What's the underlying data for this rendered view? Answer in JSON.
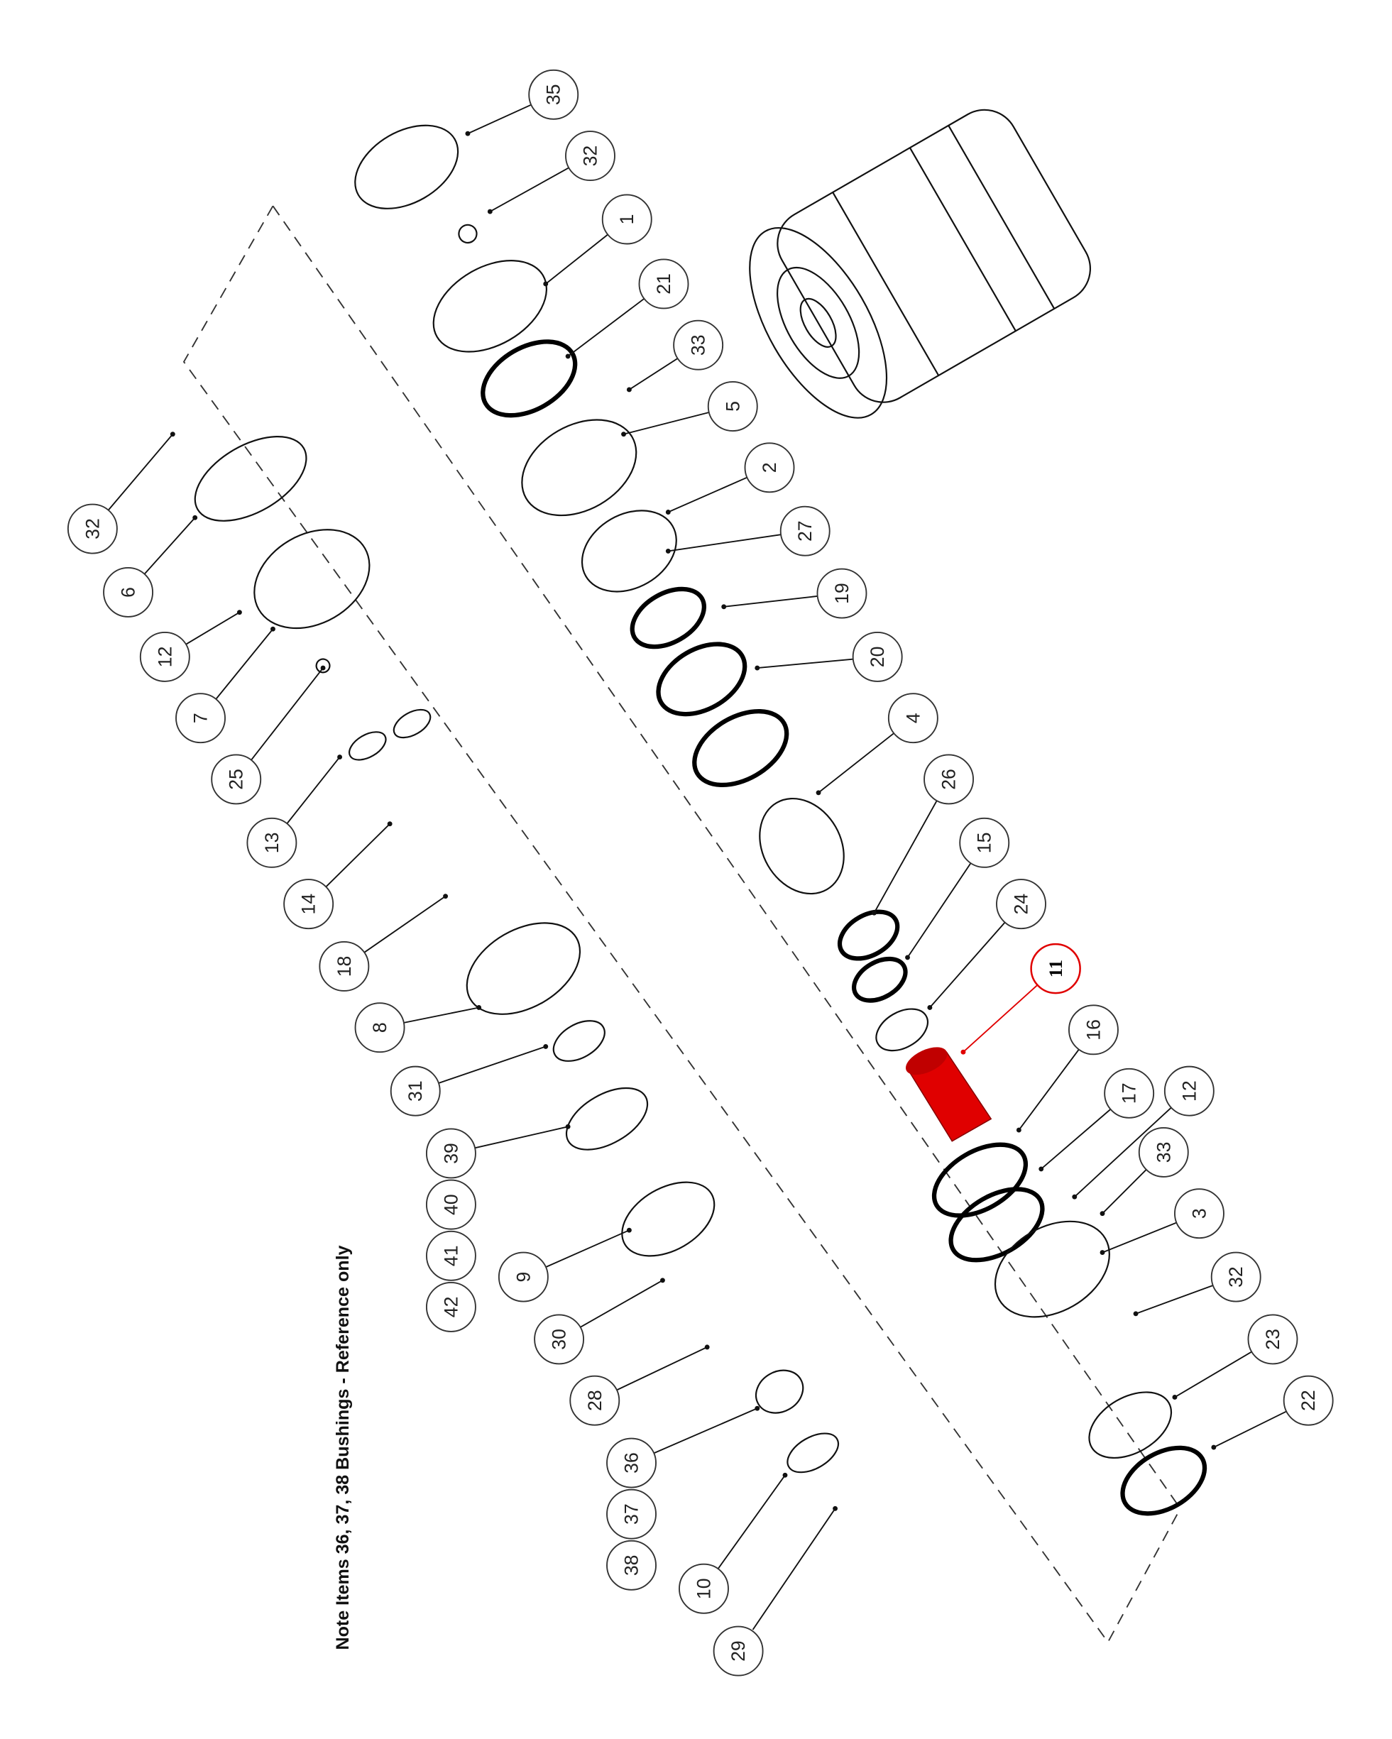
{
  "note": "Note Items 36, 37, 38 Bushings - Reference only",
  "highlight_color": "#e00000",
  "highlighted_item": "11",
  "callouts_main": [
    "35",
    "32",
    "1",
    "21",
    "33",
    "5",
    "2",
    "27",
    "19",
    "20",
    "4",
    "26",
    "15",
    "24",
    "11",
    "16",
    "17",
    "12",
    "33",
    "3",
    "32",
    "23",
    "22"
  ],
  "callouts_sub": [
    "32",
    "6",
    "12",
    "7",
    "25",
    "13",
    "14",
    "18",
    "8",
    "31",
    "39",
    "40",
    "41",
    "42",
    "9",
    "30",
    "28",
    "36",
    "37",
    "38",
    "10",
    "29"
  ]
}
